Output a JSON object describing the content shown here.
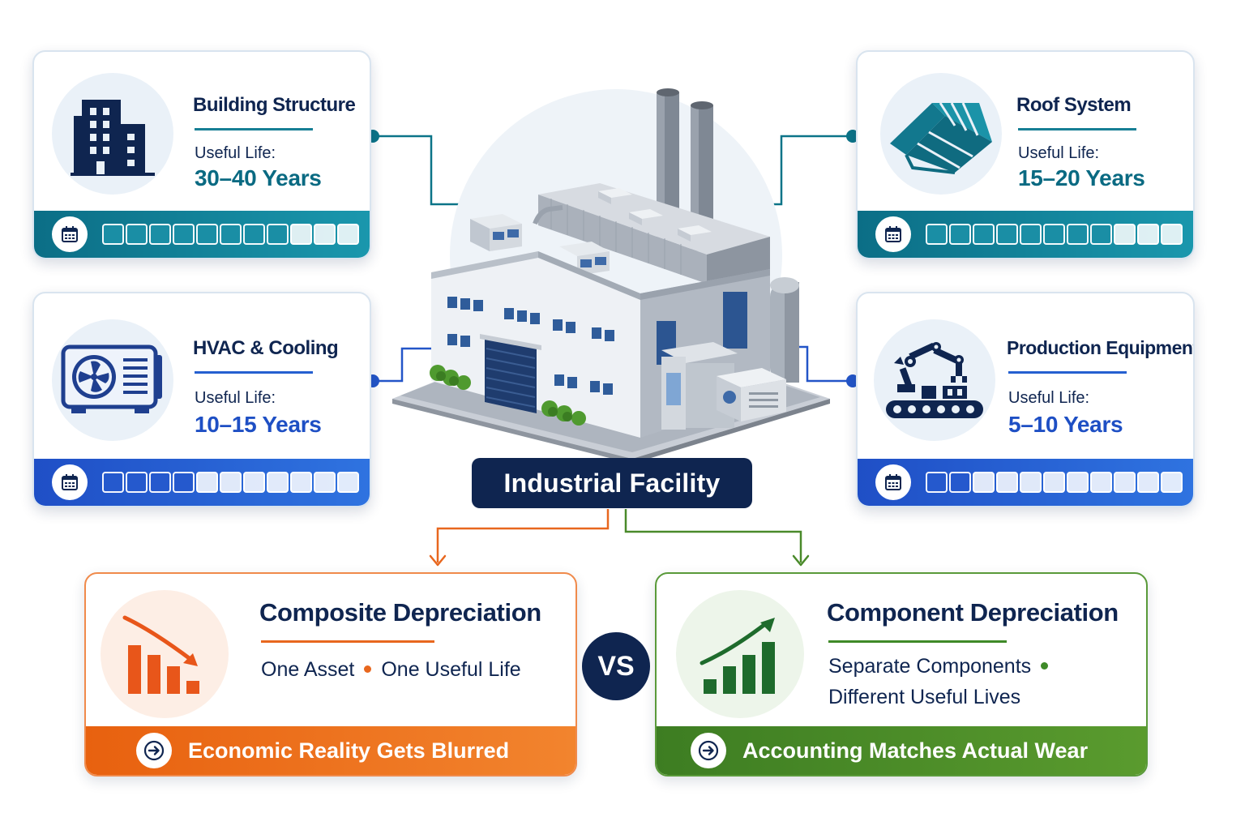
{
  "components": [
    {
      "id": "building",
      "title": "Building Structure",
      "life_label": "Useful Life:",
      "life_value": "30–40 Years",
      "icon": "office-building-icon",
      "segments_total": 11,
      "segments_filled": 8
    },
    {
      "id": "roof",
      "title": "Roof System",
      "life_label": "Useful Life:",
      "life_value": "15–20 Years",
      "icon": "roof-icon",
      "segments_total": 11,
      "segments_filled": 8
    },
    {
      "id": "hvac",
      "title": "HVAC & Cooling",
      "life_label": "Useful Life:",
      "life_value": "10–15 Years",
      "icon": "air-conditioner-icon",
      "segments_total": 11,
      "segments_filled": 4
    },
    {
      "id": "equipment",
      "title": "Production Equipment",
      "life_label": "Useful Life:",
      "life_value": "5–10 Years",
      "icon": "robotic-arm-conveyor-icon",
      "segments_total": 11,
      "segments_filled": 2
    }
  ],
  "center": {
    "label": "Industrial Facility",
    "icon": "factory-illustration"
  },
  "methods": {
    "composite": {
      "title": "Composite Depreciation",
      "subtitle_a": "One Asset",
      "subtitle_b": "One Useful Life",
      "footer": "Economic Reality Gets Blurred",
      "icon": "declining-bar-chart-icon"
    },
    "component": {
      "title": "Component Depreciation",
      "subtitle_a": "Separate Components",
      "subtitle_b": "Different Useful Lives",
      "footer": "Accounting Matches Actual Wear",
      "icon": "rising-bar-chart-icon"
    }
  },
  "vs_label": "VS",
  "colors": {
    "navy": "#0f2550",
    "teal": "#0b6e86",
    "blue": "#1f4fc6",
    "orange": "#e8671e",
    "green": "#3f8a28"
  }
}
